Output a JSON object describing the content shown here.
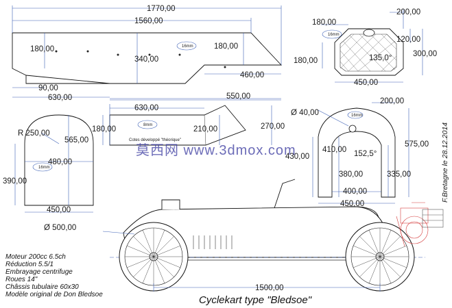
{
  "drawing": {
    "title": "Cyclekart type \"Bledsoe\"",
    "author_date": "F.Bretagne le 28.12.2014",
    "watermark": "莫西网 www.3dmox.com",
    "specs": [
      "Moteur 200cc 6.5ch",
      "Réduction 5.5/1",
      "Embrayage centrifuge",
      "Roues 14\"",
      "Châssis tubulaire 60x30",
      "Modèle original de Don Bledsoe"
    ]
  },
  "views": {
    "side_panel": {
      "overall_width": "1770,00",
      "upper_width": "1560,00",
      "left_height": "180,00",
      "mid_height": "340,00",
      "right_height": "180,00",
      "thickness_tag": "16mm",
      "bottom_offset": "90,00",
      "bottom_width": "630,00",
      "right_bottom_width": "460,00"
    },
    "nose_frame": {
      "top_width": "200,00",
      "side_offset": "180,00",
      "top_depth": "120,00",
      "height": "300,00",
      "left_height": "180,00",
      "angle": "135,0°",
      "bottom_width": "450,00",
      "thickness_tag": "16mm"
    },
    "floor_panel": {
      "bottom_width": "630,00",
      "overall_width": "550,00",
      "left_height": "180,00",
      "inner_height": "210,00",
      "right_height": "270,00",
      "thickness_tag": "8mm",
      "note": "Cotes développé \"théorique\""
    },
    "seat_back": {
      "radius": "R 250,00",
      "arc_width": "480,00",
      "arc_height": "565,00",
      "side_height": "390,00",
      "bottom_width": "450,00",
      "thickness_tag": "16mm"
    },
    "rear_frame": {
      "hole": "Ø 40,00",
      "top_width": "200,00",
      "thickness_tag": "16mm",
      "left_height": "430,00",
      "inner_height": "410,00",
      "angle": "152,5°",
      "height": "575,00",
      "arch_height": "380,00",
      "leg_height": "335,00",
      "inner_width": "400,00",
      "bottom_width": "450,00"
    },
    "elevation": {
      "wheel_diameter": "Ø 500,00",
      "wheelbase": "1500,00"
    }
  }
}
